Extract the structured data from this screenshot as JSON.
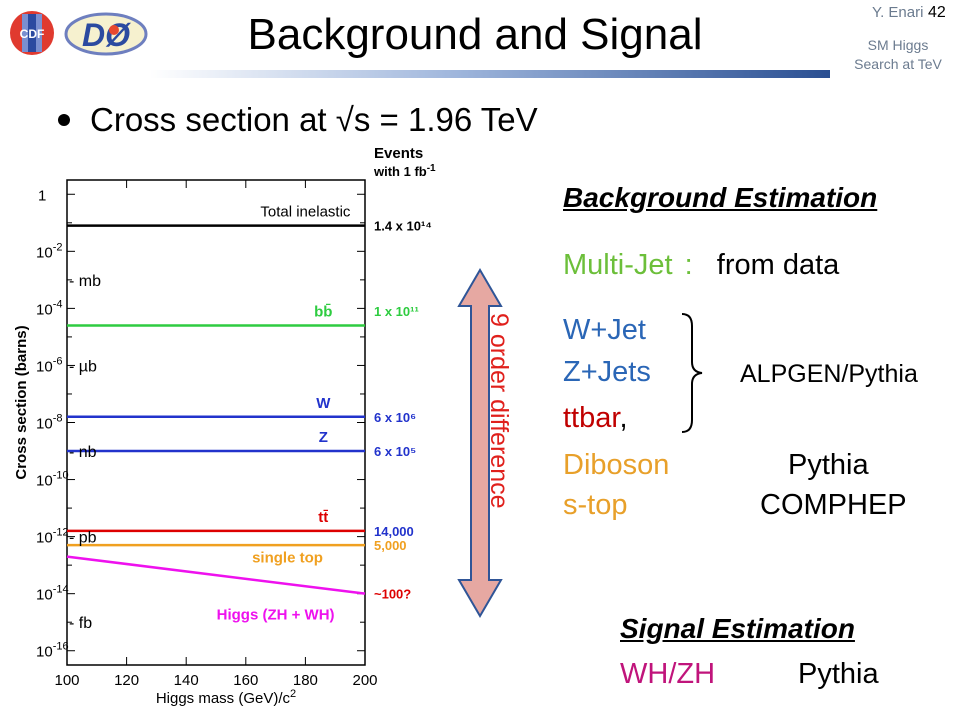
{
  "slide": {
    "title": "Background and Signal",
    "author": "Y. Enari",
    "page_number": "42",
    "footer_line1": "SM Higgs",
    "footer_line2": "Search at TeV",
    "bullet": "Cross section at √s = 1.96 TeV",
    "logo_left": "CDF",
    "logo_right": "DØ"
  },
  "background": {
    "heading": "Background Estimation",
    "multijet_label": "Multi-Jet",
    "multijet_sep": ":",
    "multijet_method": "from data",
    "wjet": "W+Jet",
    "zjets": "Z+Jets",
    "ttbar": "ttbar",
    "ttbar_comma": ",",
    "mc_method": "ALPGEN/Pythia",
    "diboson": "Diboson",
    "diboson_method": "Pythia",
    "stop": "s-top",
    "stop_method": "COMPHEP",
    "arrow_label": "9 order difference"
  },
  "signal": {
    "heading": "Signal Estimation",
    "label": "WH/ZH",
    "method": "Pythia"
  },
  "colors": {
    "green": "#6cbf3a",
    "blue": "#2a66b6",
    "red": "#c00000",
    "orange": "#e8a02a",
    "magenta": "#c0147b",
    "arrow_fill": "#e6a8a2",
    "arrow_stroke": "#2f5597"
  },
  "chart_data": {
    "type": "line",
    "xlabel": "Higgs mass (GeV)/c²",
    "ylabel": "Cross section (barns)",
    "x_ticks": [
      100,
      120,
      140,
      160,
      180,
      200
    ],
    "xlim": [
      100,
      200
    ],
    "y_log": true,
    "y_ticks": [
      {
        "exp": 0,
        "label": "1"
      },
      {
        "exp": -2,
        "label": "10-2"
      },
      {
        "exp": -4,
        "label": "10-4"
      },
      {
        "exp": -6,
        "label": "10-6"
      },
      {
        "exp": -8,
        "label": "10-8"
      },
      {
        "exp": -10,
        "label": "10-10"
      },
      {
        "exp": -12,
        "label": "10-12"
      },
      {
        "exp": -14,
        "label": "10-14"
      },
      {
        "exp": -16,
        "label": "10-16"
      }
    ],
    "ylim_exp": [
      -16.5,
      0.5
    ],
    "unit_marks": [
      {
        "label": "- mb",
        "exp": -3
      },
      {
        "label": "- µb",
        "exp": -6
      },
      {
        "label": "- nb",
        "exp": -9
      },
      {
        "label": "- pb",
        "exp": -12
      },
      {
        "label": "- fb",
        "exp": -15
      }
    ],
    "events_header_1": "Events",
    "events_header_2": "with 1 fb-1",
    "series": [
      {
        "name": "Total inelastic",
        "color": "#000000",
        "y_start": -1.1,
        "y_end": -1.1,
        "events": "1.4 x 10¹⁴",
        "events_color": "#000000",
        "label_x": 180,
        "events_exp": -1.1
      },
      {
        "name": "bb̄",
        "color": "#2ecc40",
        "y_start": -4.6,
        "y_end": -4.6,
        "events": "1 x 10¹¹",
        "events_color": "#2ecc40",
        "label_x": 186,
        "events_exp": -4.1
      },
      {
        "name": "W",
        "color": "#2233cc",
        "y_start": -7.8,
        "y_end": -7.8,
        "events": "6 x 10⁶",
        "events_color": "#2233cc",
        "label_x": 186,
        "events_exp": -7.8
      },
      {
        "name": "Z",
        "color": "#2233cc",
        "y_start": -9.0,
        "y_end": -9.0,
        "events": "6 x 10⁵",
        "events_color": "#2233cc",
        "label_x": 186,
        "events_exp": -9.0
      },
      {
        "name": "tt̄",
        "color": "#dd0000",
        "y_start": -11.8,
        "y_end": -11.8,
        "events": "14,000",
        "events_color": "#2233cc",
        "label_x": 186,
        "events_exp": -11.8
      },
      {
        "name": "single top",
        "color": "#f0a020",
        "y_start": -12.3,
        "y_end": -12.3,
        "events": "5,000",
        "events_color": "#f0a020",
        "label_x": 174,
        "events_exp": -12.3
      },
      {
        "name": "Higgs (ZH + WH)",
        "color": "#ee11ee",
        "y_start": -12.7,
        "y_end": -14.0,
        "events": "~100?",
        "events_color": "#dd0000",
        "label_x": 170,
        "events_exp": -14.0
      }
    ]
  }
}
